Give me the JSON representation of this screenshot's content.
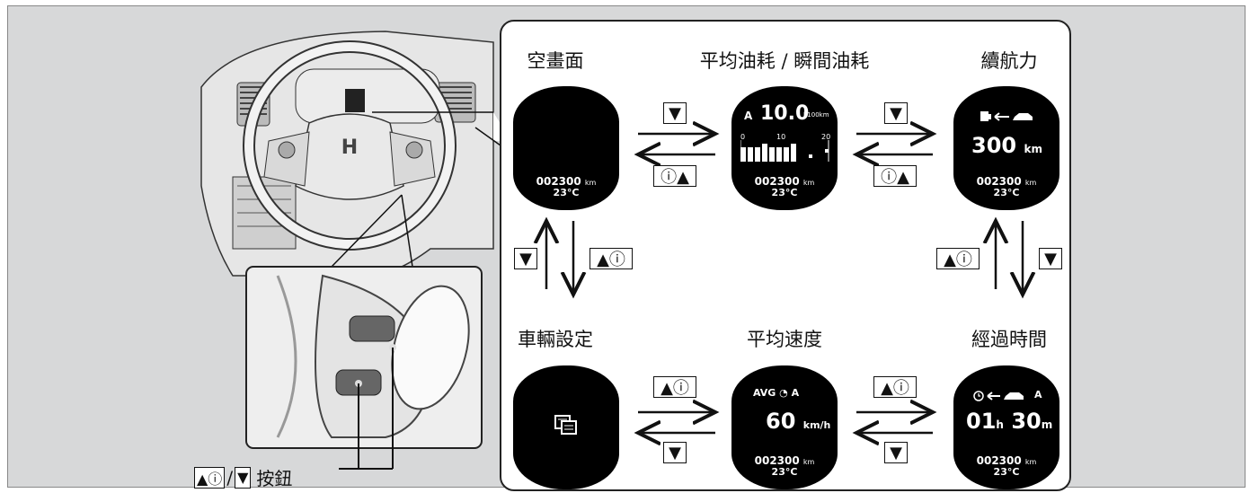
{
  "screens": {
    "blank": {
      "title": "空畫面"
    },
    "fuel": {
      "title": "平均油耗 / 瞬間油耗",
      "mode": "A",
      "value": "10.0",
      "unit": "l/100km",
      "scale_0": "0",
      "scale_10": "10",
      "scale_20": "20"
    },
    "range": {
      "title": "續航力",
      "value": "300",
      "unit": "km"
    },
    "vehicle": {
      "title": "車輛設定"
    },
    "speed": {
      "title": "平均速度",
      "label": "AVG",
      "mode": "A",
      "value": "60",
      "unit": "km/h"
    },
    "elapsed": {
      "title": "經過時間",
      "mode": "A",
      "hours": "01",
      "h_unit": "h",
      "minutes": "30",
      "m_unit": "m"
    }
  },
  "odometer": {
    "value": "002300",
    "unit": "km",
    "temp": "23°C"
  },
  "buttons": {
    "down": "▼",
    "up_info": "▲ⓘ",
    "info_up": "ⓘ▲"
  },
  "callout": {
    "up_info": "▲ⓘ",
    "slash": "/",
    "down": "▼",
    "label": "按鈕"
  }
}
